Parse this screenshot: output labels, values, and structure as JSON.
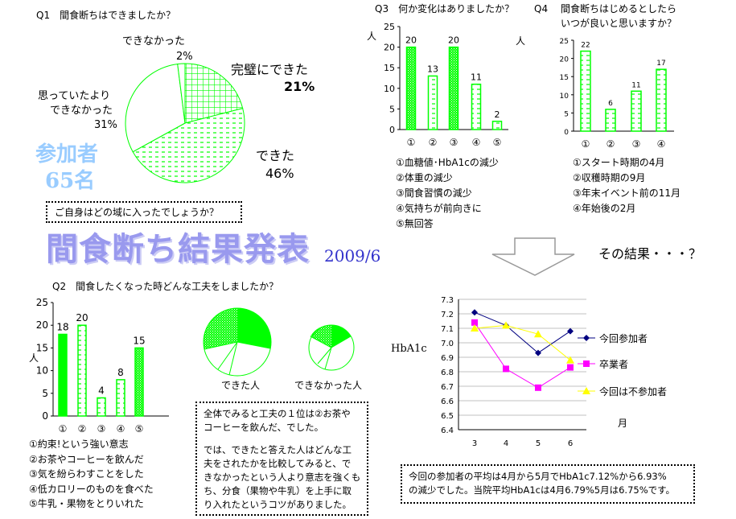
{
  "q1": {
    "title": "Q1　間食断ちはできましたか？",
    "slices": [
      {
        "label": "完璧にできた",
        "pct_label": "21%",
        "value": 21
      },
      {
        "label": "できた",
        "pct_label": "46%",
        "value": 46
      },
      {
        "label_line1": "思っていたより",
        "label": "できなかった",
        "pct_label": "31%",
        "value": 31
      },
      {
        "label": "できなかった",
        "pct_label": "2%",
        "value": 2
      }
    ],
    "participants_label": "参加者",
    "participants_count": "65名",
    "prompt": "ご自身はどの域に入ったでしょうか？"
  },
  "main_title": "間食断ち結果発表",
  "date": "2009/6",
  "result_label": "その結果・・・？",
  "q2": {
    "title": "Q2　間食したくなった時どんな工夫をしましたか？",
    "unit": "人",
    "legend": [
      "①約束!という強い意志",
      "②お茶やコーヒーを飲んだ",
      "③気を紛らわすことをした",
      "④低カロリーのものを食べた",
      "⑤牛乳・果物をとりいれた"
    ],
    "pie_labels": [
      "できた人",
      "できなかった人"
    ],
    "note_p1": [
      "全体でみると工夫の１位は②お茶や",
      "コーヒーを飲んだ、でした。"
    ],
    "note_p2": [
      "では、できたと答えた人はどんな工",
      "夫をされたかを比較してみると、で",
      "きなかったという人より意志を強くも",
      "ち、分食（果物や牛乳）を上手に取",
      "り入れたというコツがありました。"
    ]
  },
  "q3": {
    "title": "Q3　何か変化はありましたか？",
    "unit": "人",
    "legend": [
      "①血糖値･HbA1cの減少",
      "②体重の減少",
      "③間食習慣の減少",
      "④気持ちが前向きに",
      "⑤無回答"
    ]
  },
  "q4": {
    "title_prefix": "Q4",
    "title_line1": "間食断ちはじめるとしたら",
    "title_line2": "いつが良いと思いますか？",
    "legend": [
      "①スタート時期の4月",
      "②収穫時期の9月",
      "③年末イベント前の11月",
      "④年始後の2月"
    ]
  },
  "summary": [
    "今回の参加者の平均は4月から5月でHbA1c7.12%から6.93%",
    "の減少でした。当院平均HbA1cは4月6.79%5月は6.75%です。"
  ],
  "colors": {
    "green": "#00ff00",
    "navy": "#000080",
    "magenta": "#ff00ff",
    "yellow": "#ffff00",
    "sky": "#99ccff",
    "title": "#9999ee"
  },
  "chart_data": [
    {
      "type": "pie",
      "title": "Q1　間食断ちはできましたか？",
      "categories": [
        "完璧にできた",
        "できた",
        "思っていたよりできなかった",
        "できなかった"
      ],
      "values": [
        21,
        46,
        31,
        2
      ]
    },
    {
      "type": "bar",
      "title": "Q2　間食したくなった時どんな工夫をしましたか？",
      "categories": [
        "①",
        "②",
        "③",
        "④",
        "⑤"
      ],
      "values": [
        18,
        20,
        4,
        8,
        15
      ],
      "ylabel": "人",
      "ylim": [
        0,
        25
      ],
      "yticks": [
        "0",
        "5",
        "10",
        "15",
        "20",
        "25"
      ]
    },
    {
      "type": "bar",
      "title": "Q3　何か変化はありましたか？",
      "categories": [
        "①",
        "②",
        "③",
        "④",
        "⑤"
      ],
      "values": [
        20,
        13,
        20,
        11,
        2
      ],
      "ylabel": "人",
      "ylim": [
        0,
        25
      ],
      "yticks": [
        "0",
        "5",
        "10",
        "15",
        "20",
        "25"
      ]
    },
    {
      "type": "bar",
      "title": "Q4 間食断ちはじめるとしたらいつが良いと思いますか？",
      "categories": [
        "①",
        "②",
        "③",
        "④"
      ],
      "values": [
        22,
        6,
        11,
        17
      ],
      "ylim": [
        0,
        25
      ],
      "yticks": [
        "0",
        "5",
        "10",
        "15",
        "20",
        "25"
      ]
    },
    {
      "type": "line",
      "title": "",
      "xlabel": "月",
      "ylabel": "HbA1c",
      "x": [
        "3",
        "4",
        "5",
        "6"
      ],
      "ylim": [
        6.4,
        7.3
      ],
      "yticks": [
        "6.4",
        "6.5",
        "6.6",
        "6.7",
        "6.8",
        "6.9",
        "7.0",
        "7.1",
        "7.2",
        "7.3"
      ],
      "grid": true,
      "legend": "right",
      "series": [
        {
          "name": "今回参加者",
          "values": [
            7.21,
            7.12,
            6.93,
            7.08
          ],
          "color": "#000080",
          "marker": "diamond"
        },
        {
          "name": "卒業者",
          "values": [
            7.14,
            6.82,
            6.69,
            6.83
          ],
          "color": "#ff00ff",
          "marker": "square"
        },
        {
          "name": "今回は不参加者",
          "values": [
            7.1,
            7.12,
            7.06,
            6.88
          ],
          "color": "#ffff00",
          "marker": "triangle"
        }
      ]
    }
  ]
}
